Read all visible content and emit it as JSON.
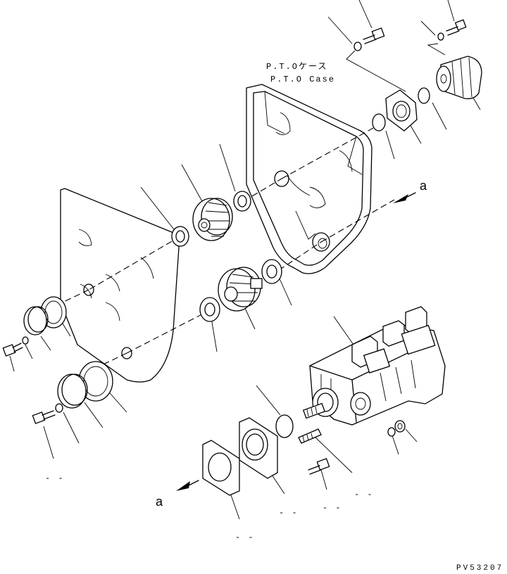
{
  "labels": {
    "case_title_jp": "P.T.Oケース",
    "case_title_en": "P.T.O Case",
    "arrow_a_top": "a",
    "arrow_a_bottom": "a",
    "dash_marks": [
      "- -",
      "- -",
      "- -",
      "- -",
      "- -"
    ],
    "drawing_code": "PV53207"
  }
}
